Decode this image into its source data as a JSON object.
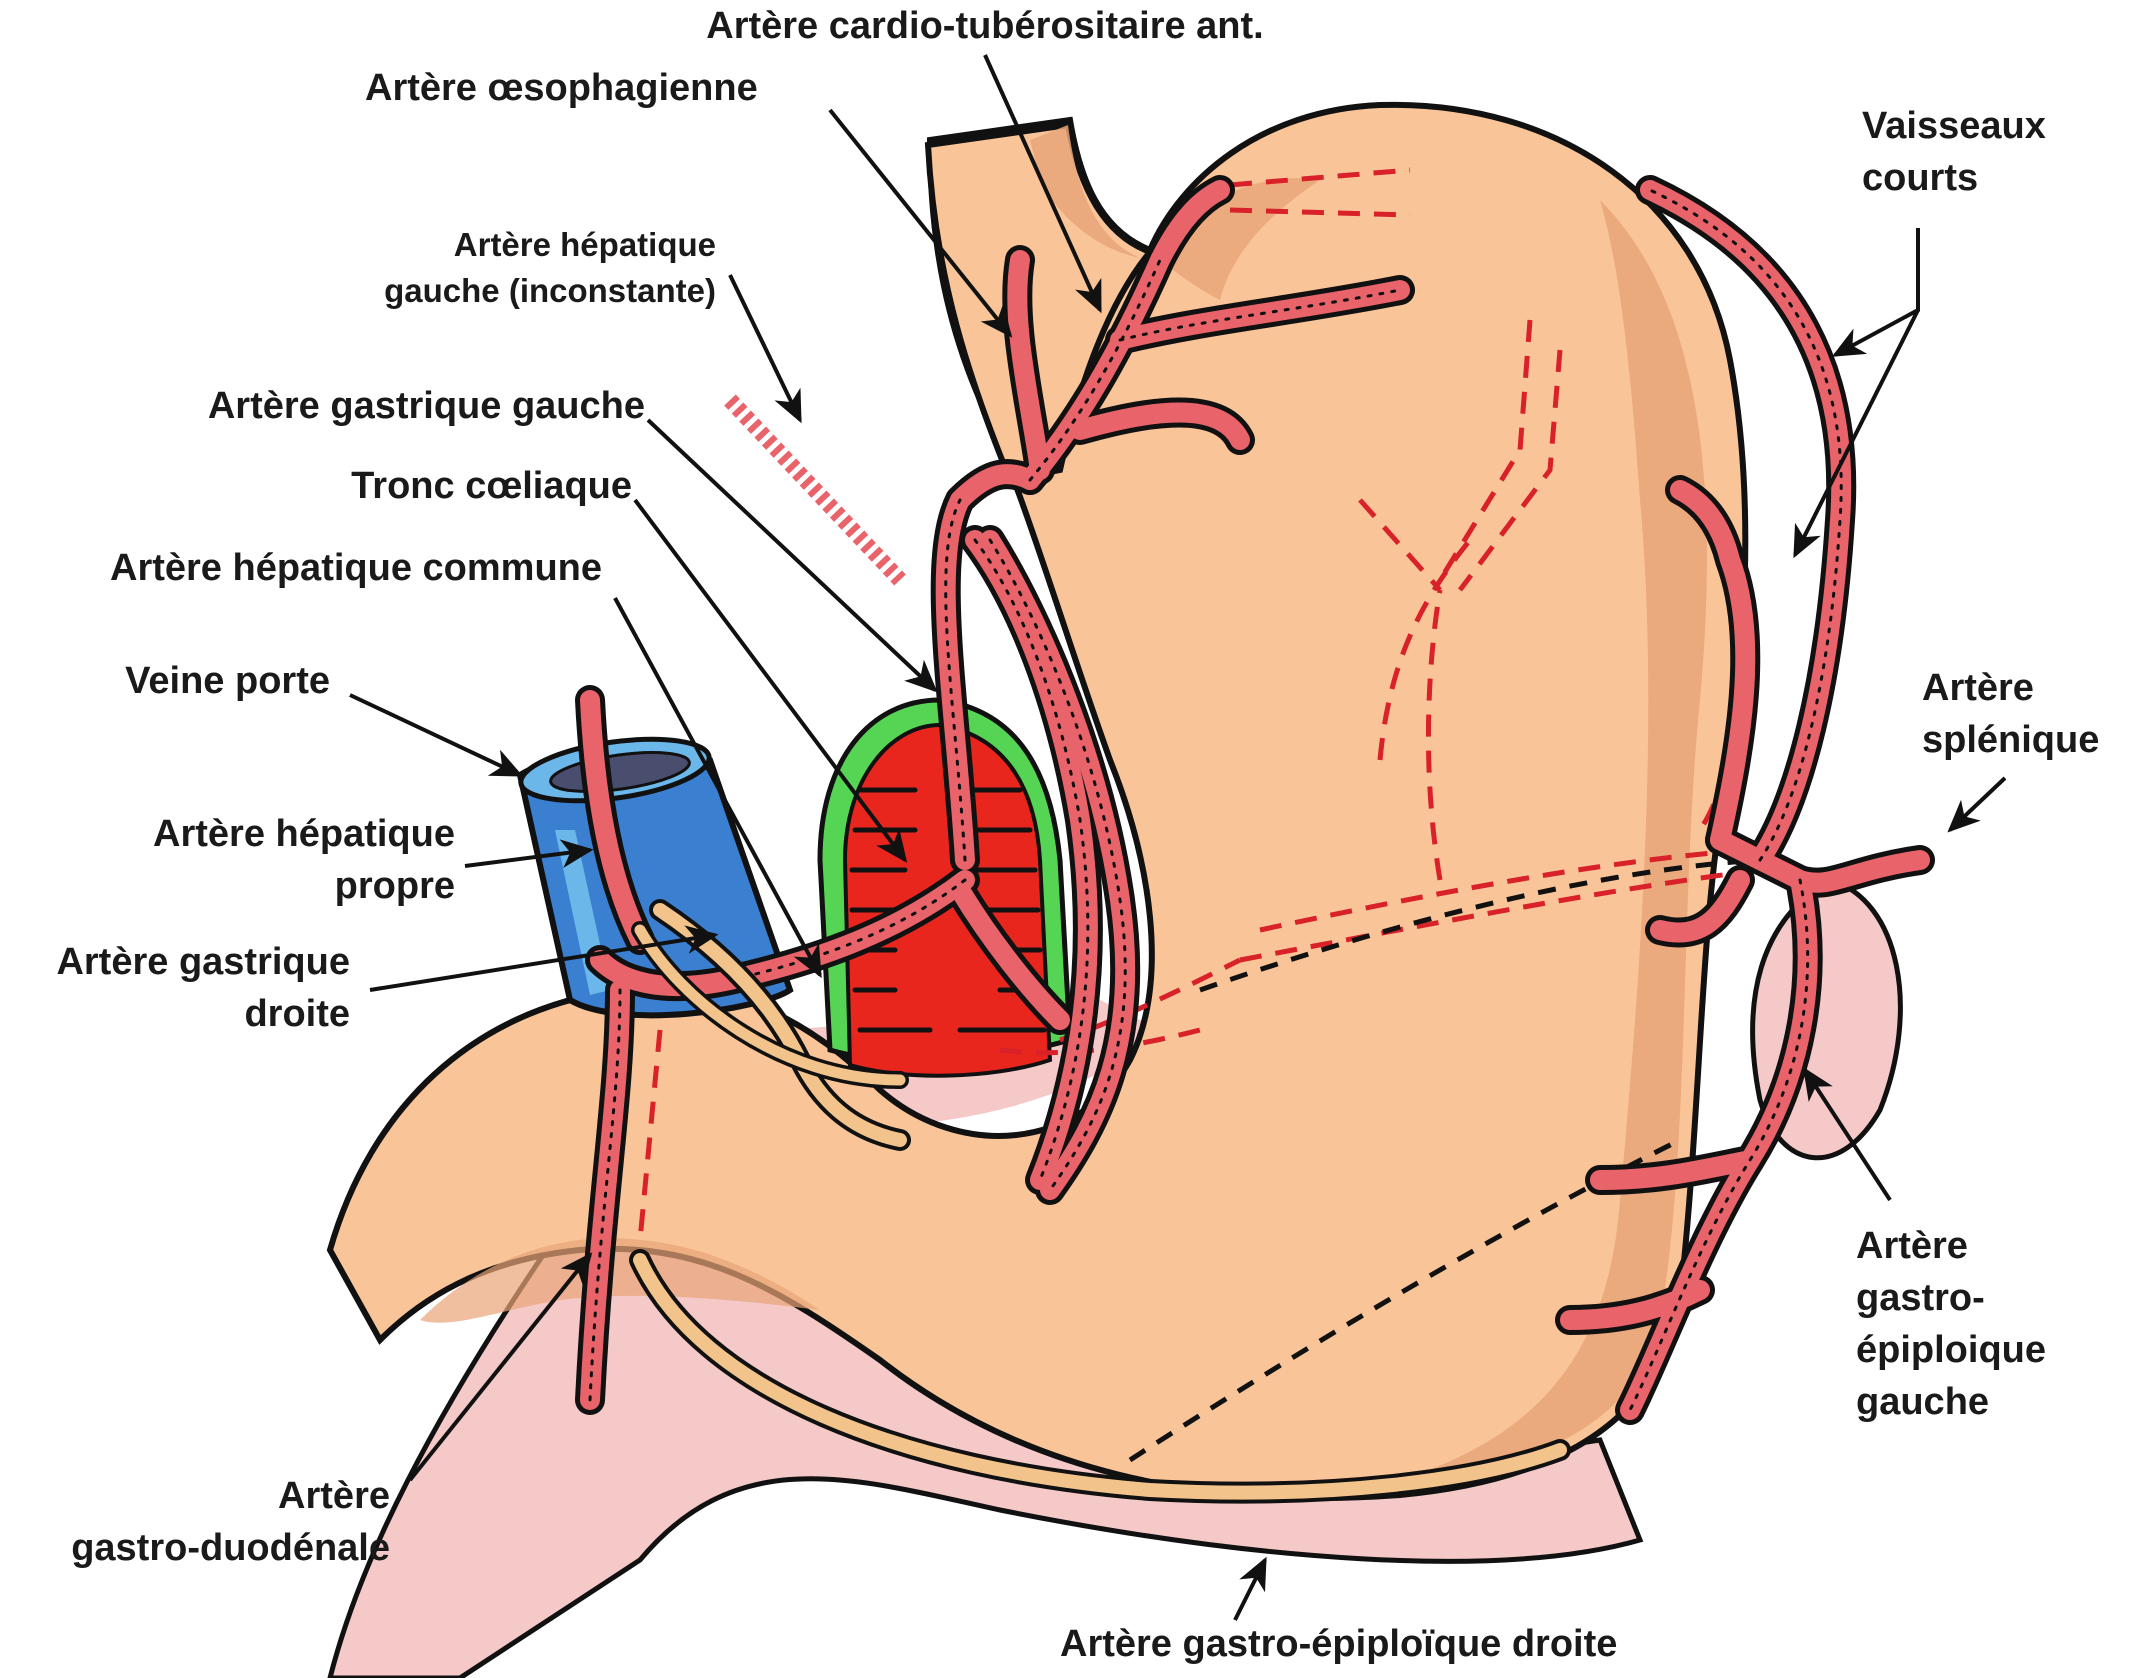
{
  "diagram": {
    "title": "Vascularisation artérielle de l'estomac",
    "colors": {
      "stomach_light": "#f9c598",
      "stomach_dark": "#e8a478",
      "artery": "#e8636a",
      "artery_dark": "#c8434d",
      "vein_blue": "#3a7fd0",
      "vein_blue_light": "#6cb7ea",
      "aorta_red": "#e8261e",
      "peritoneum_green": "#56d454",
      "omentum_pink": "#f6c9c9",
      "posterior_artery_tan": "#f2c48c",
      "outline": "#111111",
      "hidden_vessel_dash": "#d9212a"
    },
    "labels": {
      "cardio_tuberositaire": [
        "Artère cardio-tubérositaire ant."
      ],
      "oesophagienne": [
        "Artère œsophagienne"
      ],
      "hepatique_gauche": [
        "Artère hépatique",
        "gauche (inconstante)"
      ],
      "gastrique_gauche": [
        "Artère gastrique gauche"
      ],
      "tronc_coeliaque": [
        "Tronc cœliaque"
      ],
      "hepatique_commune": [
        "Artère hépatique commune"
      ],
      "veine_porte": [
        "Veine porte"
      ],
      "hepatique_propre": [
        "Artère hépatique",
        "propre"
      ],
      "gastrique_droite": [
        "Artère gastrique",
        "droite"
      ],
      "gastro_duodenale": [
        "Artère",
        "gastro-duodénale"
      ],
      "gastro_epiploique_droite": [
        "Artère gastro-épiploïque droite"
      ],
      "vaisseaux_courts": [
        "Vaisseaux",
        "courts"
      ],
      "splenique": [
        "Artère",
        "splénique"
      ],
      "gastro_epiploique_gauche": [
        "Artère",
        "gastro-",
        "épiploique",
        "gauche"
      ]
    }
  }
}
